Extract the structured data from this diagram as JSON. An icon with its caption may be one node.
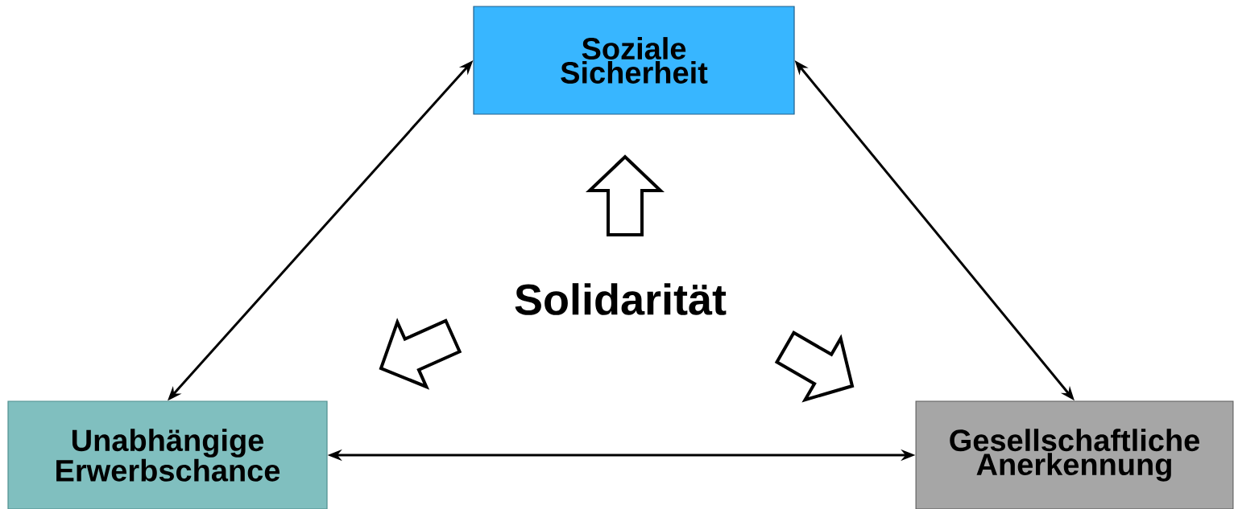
{
  "diagram": {
    "nodes": [
      {
        "text": [
          "Soziale Sicherheit"
        ]
      },
      {
        "text": [
          "Unabhängige Erwerbschance"
        ]
      },
      {
        "text": [
          "Gesellschaftliche Anerkennung"
        ]
      },
      {
        "text": [
          "Solidarität"
        ]
      }
    ],
    "edges": [
      {
        "from": 0,
        "to": 1,
        "arrow": "both"
      },
      {
        "from": 0,
        "to": 2,
        "arrow": "both"
      },
      {
        "from": 1,
        "to": 2,
        "arrow": "both"
      },
      {
        "from": 3,
        "to": 0,
        "arrow": "to",
        "style": "thick"
      },
      {
        "from": 3,
        "to": 1,
        "arrow": "to",
        "style": "thick"
      },
      {
        "from": 3,
        "to": 2,
        "arrow": "to",
        "style": "thick"
      }
    ]
  }
}
